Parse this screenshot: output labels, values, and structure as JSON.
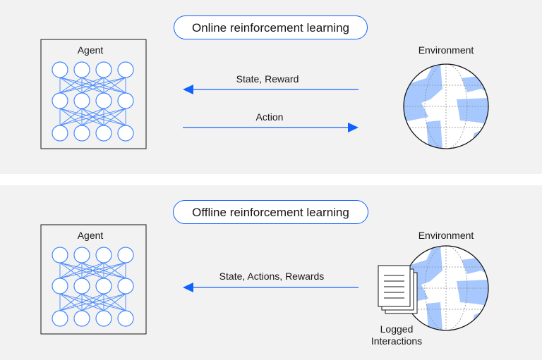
{
  "online": {
    "title": "Online reinforcement learning",
    "agent_label": "Agent",
    "environment_label": "Environment",
    "arrow_left_label": "State, Reward",
    "arrow_right_label": "Action"
  },
  "offline": {
    "title": "Offline reinforcement learning",
    "agent_label": "Agent",
    "environment_label": "Environment",
    "arrow_left_label": "State, Actions, Rewards",
    "logged_line1": "Logged",
    "logged_line2": "Interactions"
  },
  "colors": {
    "accent": "#0f62fe",
    "node_stroke": "#4589ff",
    "land": "#a6c8ff",
    "panel_bg": "#f2f2f2",
    "divider": "#ffffff"
  }
}
